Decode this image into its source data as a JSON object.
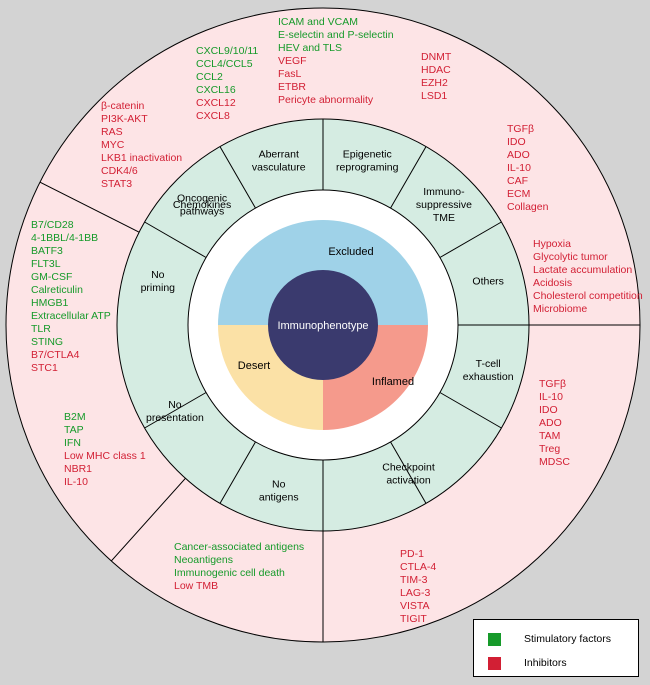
{
  "center": "Immunophenotype",
  "phenotypes": [
    "Excluded",
    "Inflamed",
    "Desert"
  ],
  "segments": {
    "chemokines": [
      "Chemokines"
    ],
    "vasculature": [
      "Aberrant",
      "vasculature"
    ],
    "epigenetic": [
      "Epigenetic",
      "reprograming"
    ],
    "tme": [
      "Immuno-",
      "suppressive",
      "TME"
    ],
    "others": [
      "Others"
    ],
    "exhaustion": [
      "T-cell",
      "exhaustion"
    ],
    "checkpoint": [
      "Checkpoint",
      "activation"
    ],
    "noantigens": [
      "No",
      "antigens"
    ],
    "nopresentation": [
      "No",
      "presentation"
    ],
    "nopriming": [
      "No",
      "priming"
    ],
    "oncogenic": [
      "Oncogenic",
      "pathways"
    ]
  },
  "factors": {
    "vasculature": [
      {
        "t": "ICAM and VCAM",
        "c": "s"
      },
      {
        "t": "E-selectin and P-selectin",
        "c": "s"
      },
      {
        "t": "HEV and TLS",
        "c": "s"
      },
      {
        "t": "VEGF",
        "c": "i"
      },
      {
        "t": "FasL",
        "c": "i"
      },
      {
        "t": "ETBR",
        "c": "i"
      },
      {
        "t": "Pericyte abnormality",
        "c": "i"
      }
    ],
    "chemokines": [
      {
        "t": "CXCL9/10/11",
        "c": "s"
      },
      {
        "t": "CCL4/CCL5",
        "c": "s"
      },
      {
        "t": "CCL2",
        "c": "s"
      },
      {
        "t": "CXCL16",
        "c": "s"
      },
      {
        "t": "CXCL12",
        "c": "i"
      },
      {
        "t": "CXCL8",
        "c": "i"
      }
    ],
    "epigenetic": [
      {
        "t": "DNMT",
        "c": "i"
      },
      {
        "t": "HDAC",
        "c": "i"
      },
      {
        "t": "EZH2",
        "c": "i"
      },
      {
        "t": "LSD1",
        "c": "i"
      }
    ],
    "oncogenic": [
      {
        "t": "β-catenin",
        "c": "i"
      },
      {
        "t": "PI3K-AKT",
        "c": "i"
      },
      {
        "t": "RAS",
        "c": "i"
      },
      {
        "t": "MYC",
        "c": "i"
      },
      {
        "t": "LKB1 inactivation",
        "c": "i"
      },
      {
        "t": "CDK4/6",
        "c": "i"
      },
      {
        "t": "STAT3",
        "c": "i"
      }
    ],
    "tme": [
      {
        "t": "TGFβ",
        "c": "i"
      },
      {
        "t": "IDO",
        "c": "i"
      },
      {
        "t": "ADO",
        "c": "i"
      },
      {
        "t": "IL-10",
        "c": "i"
      },
      {
        "t": "CAF",
        "c": "i"
      },
      {
        "t": "ECM",
        "c": "i"
      },
      {
        "t": "Collagen",
        "c": "i"
      }
    ],
    "nopriming": [
      {
        "t": "B7/CD28",
        "c": "s"
      },
      {
        "t": "4-1BBL/4-1BB",
        "c": "s"
      },
      {
        "t": "BATF3",
        "c": "s"
      },
      {
        "t": "FLT3L",
        "c": "s"
      },
      {
        "t": "GM-CSF",
        "c": "s"
      },
      {
        "t": "Calreticulin",
        "c": "s"
      },
      {
        "t": "HMGB1",
        "c": "s"
      },
      {
        "t": "Extracellular ATP",
        "c": "s"
      },
      {
        "t": "TLR",
        "c": "s"
      },
      {
        "t": "STING",
        "c": "s"
      },
      {
        "t": "B7/CTLA4",
        "c": "i"
      },
      {
        "t": "STC1",
        "c": "i"
      }
    ],
    "others": [
      {
        "t": "Hypoxia",
        "c": "i"
      },
      {
        "t": "Glycolytic tumor",
        "c": "i"
      },
      {
        "t": "Lactate accumulation",
        "c": "i"
      },
      {
        "t": "Acidosis",
        "c": "i"
      },
      {
        "t": "Cholesterol competition",
        "c": "i"
      },
      {
        "t": "Microbiome",
        "c": "i"
      }
    ],
    "exhaustion": [
      {
        "t": "TGFβ",
        "c": "i"
      },
      {
        "t": "IL-10",
        "c": "i"
      },
      {
        "t": "IDO",
        "c": "i"
      },
      {
        "t": "ADO",
        "c": "i"
      },
      {
        "t": "TAM",
        "c": "i"
      },
      {
        "t": "Treg",
        "c": "i"
      },
      {
        "t": "MDSC",
        "c": "i"
      }
    ],
    "nopresentation": [
      {
        "t": "B2M",
        "c": "s"
      },
      {
        "t": "TAP",
        "c": "s"
      },
      {
        "t": "IFN",
        "c": "s"
      },
      {
        "t": "Low MHC class 1",
        "c": "i"
      },
      {
        "t": "NBR1",
        "c": "i"
      },
      {
        "t": "IL-10",
        "c": "i"
      }
    ],
    "noantigens": [
      {
        "t": "Cancer-associated antigens",
        "c": "s"
      },
      {
        "t": "Neoantigens",
        "c": "s"
      },
      {
        "t": "Immunogenic cell death",
        "c": "s"
      },
      {
        "t": "Low TMB",
        "c": "i"
      }
    ],
    "checkpoint": [
      {
        "t": "PD-1",
        "c": "i"
      },
      {
        "t": "CTLA-4",
        "c": "i"
      },
      {
        "t": "TIM-3",
        "c": "i"
      },
      {
        "t": "LAG-3",
        "c": "i"
      },
      {
        "t": "VISTA",
        "c": "i"
      },
      {
        "t": "TIGIT",
        "c": "i"
      }
    ]
  },
  "legend": {
    "stimulatory": "Stimulatory factors",
    "inhibitors": "Inhibitors"
  },
  "colors": {
    "stimulatory": "#169a2a",
    "inhibitor": "#d21f34",
    "outer_ring": "#fde4e6",
    "segment_ring": "#d5ece2",
    "center": "#3a3a6e",
    "excluded": "#9fd2e8",
    "inflamed": "#f59a8c",
    "desert": "#fbe1a6",
    "background": "#d3d3d3"
  }
}
